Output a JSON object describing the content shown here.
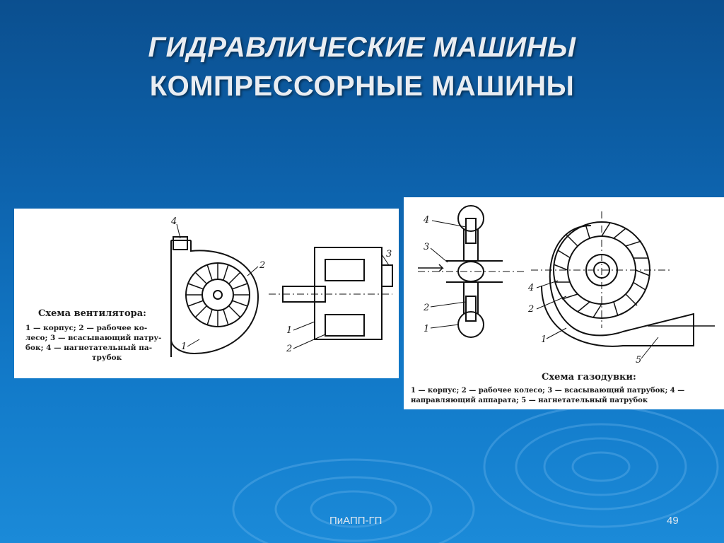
{
  "slide": {
    "title_line1": "ГИДРАВЛИЧЕСКИЕ  МАШИНЫ",
    "title_line2": "КОМПРЕССОРНЫЕ МАШИНЫ",
    "footer": "ПиАПП-ГП",
    "page_number": "49"
  },
  "fan_diagram": {
    "caption_title": "Схема вентилятора:",
    "legend_lines": [
      "1 — корпус;  2 — рабочее  ко-",
      "лесо;  3 — всасывающий  патру-",
      "бок;  4 — нагнетательный  па-",
      "трубок"
    ],
    "part_labels": [
      "1",
      "2",
      "3",
      "4",
      "1",
      "2"
    ]
  },
  "blower_diagram": {
    "caption_title": "Схема газодувки:",
    "legend_lines": [
      "1 — корпус;  2 — рабочее  колесо;  3 — всасывающий  патрубок;  4 —",
      "направляющий  аппарата;  5 — нагнетательный  патрубок"
    ],
    "part_labels": [
      "4",
      "3",
      "2",
      "1",
      "4",
      "2",
      "1",
      "5"
    ]
  }
}
